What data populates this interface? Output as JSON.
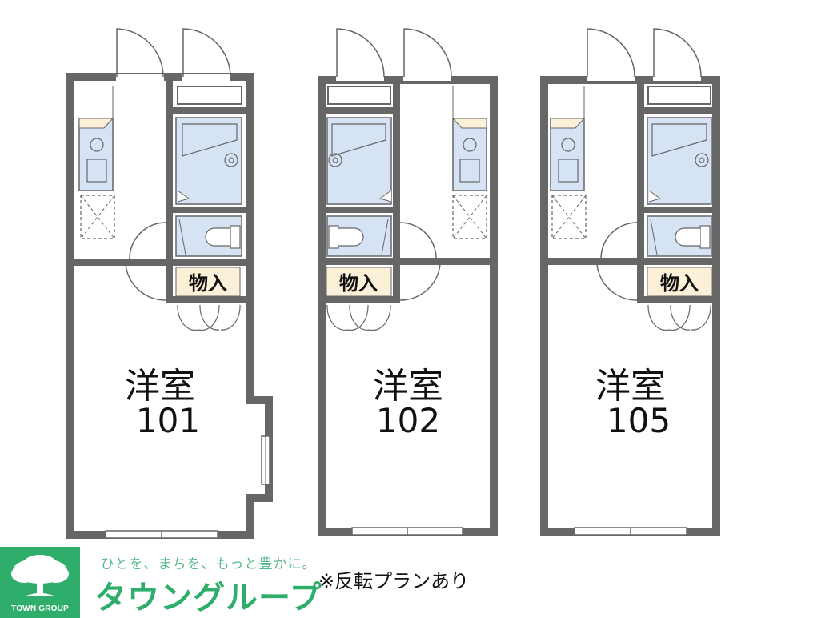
{
  "units": [
    {
      "room_label": "洋室",
      "number": "101",
      "storage_label": "物入"
    },
    {
      "room_label": "洋室",
      "number": "102",
      "storage_label": "物入"
    },
    {
      "room_label": "洋室",
      "number": "105",
      "storage_label": "物入"
    }
  ],
  "footer": {
    "logo_caption": "TOWN GROUP",
    "slogan": "ひとを、まちを、もっと豊かに。",
    "brand": "タウングループ",
    "note": "※反転プランあり"
  },
  "colors": {
    "wall": "#666666",
    "bath_fill": "#d5e3f5",
    "storage_fill": "#fdf0d8",
    "brand_green": "#2fae6b"
  }
}
